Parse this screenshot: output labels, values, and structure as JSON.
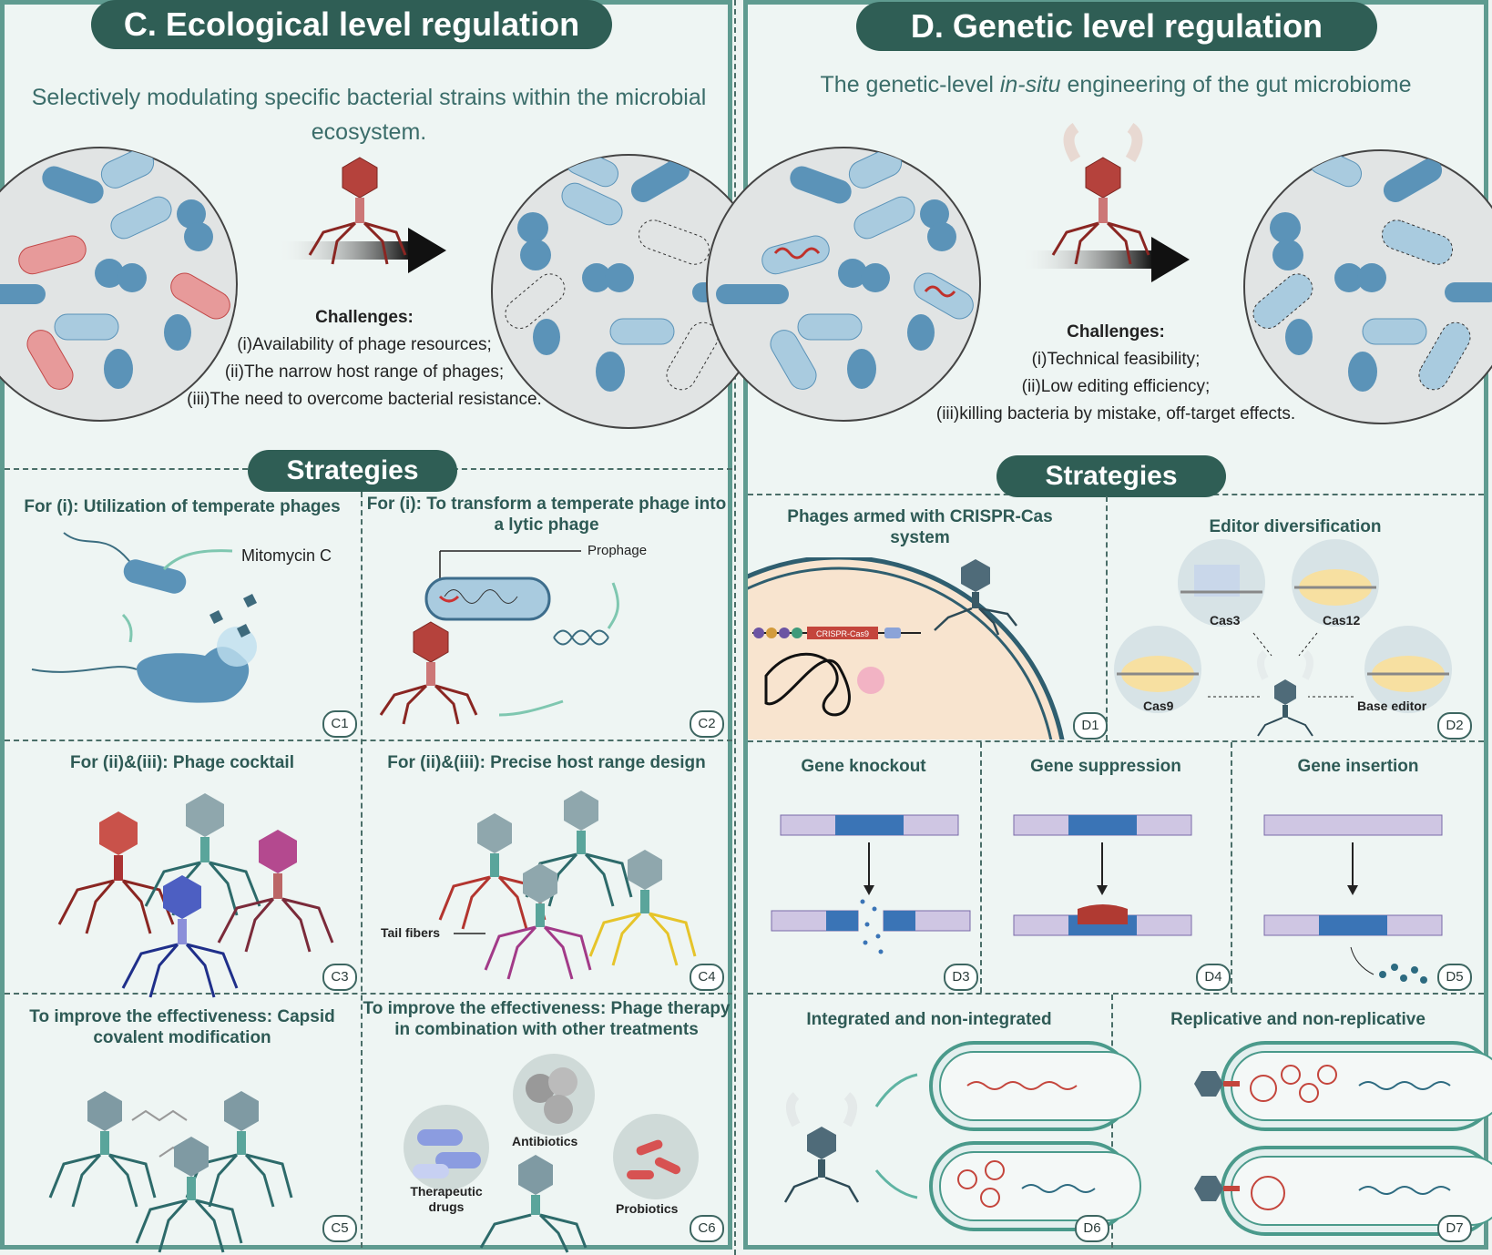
{
  "colors": {
    "teal_dark": "#2f5e55",
    "border": "#5f9b90",
    "phage_red": "#a8322e",
    "phage_blue": "#3e6a7c",
    "bacteria": "#5b93b8"
  },
  "C": {
    "title": "C.  Ecological level regulation",
    "subtitle": "Selectively modulating specific bacterial strains within the microbial ecosystem.",
    "challenges": {
      "heading": "Challenges:",
      "items": [
        "(i)Availability of phage resources;",
        "(ii)The narrow host range of phages;",
        "(iii)The need to overcome bacterial resistance."
      ]
    },
    "strategies": "Strategies",
    "panels": {
      "c1": {
        "title": "For (i): Utilization of temperate phages",
        "label": "Mitomycin C",
        "badge": "C1"
      },
      "c2": {
        "title": "For (i): To transform a  temperate phage into a lytic phage",
        "label": "Prophage",
        "badge": "C2"
      },
      "c3": {
        "title": "For (ii)&(iii): Phage cocktail",
        "badge": "C3"
      },
      "c4": {
        "title": "For (ii)&(iii): Precise host range design",
        "label": "Tail fibers",
        "badge": "C4"
      },
      "c5": {
        "title": "To improve the effectiveness: Capsid covalent modification",
        "badge": "C5"
      },
      "c6": {
        "title": "To improve the effectiveness: Phage therapy in combination with other treatments",
        "antibiotics": "Antibiotics",
        "drugs": "Therapeutic drugs",
        "probiotics": "Probiotics",
        "badge": "C6"
      }
    }
  },
  "D": {
    "title": "D.  Genetic level regulation",
    "subtitle_pre": "The genetic-level ",
    "subtitle_em": "in-situ",
    "subtitle_post": " engineering of the gut microbiome",
    "challenges": {
      "heading": "Challenges:",
      "items": [
        "(i)Technical feasibility;",
        "(ii)Low editing efficiency;",
        "(iii)killing bacteria by mistake, off-target effects."
      ]
    },
    "strategies": "Strategies",
    "panels": {
      "d1": {
        "title": "Phages armed with CRISPR-Cas system",
        "crispr": "CRISPR-Cas9",
        "badge": "D1"
      },
      "d2": {
        "title": "Editor diversification",
        "cas3": "Cas3",
        "cas12": "Cas12",
        "cas9": "Cas9",
        "base": "Base editor",
        "badge": "D2"
      },
      "d3": {
        "title": "Gene knockout",
        "badge": "D3"
      },
      "d4": {
        "title": "Gene suppression",
        "badge": "D4"
      },
      "d5": {
        "title": "Gene insertion",
        "badge": "D5"
      },
      "d6": {
        "title": "Integrated and non-integrated",
        "badge": "D6"
      },
      "d7": {
        "title": "Replicative and non-replicative",
        "badge": "D7"
      }
    }
  }
}
